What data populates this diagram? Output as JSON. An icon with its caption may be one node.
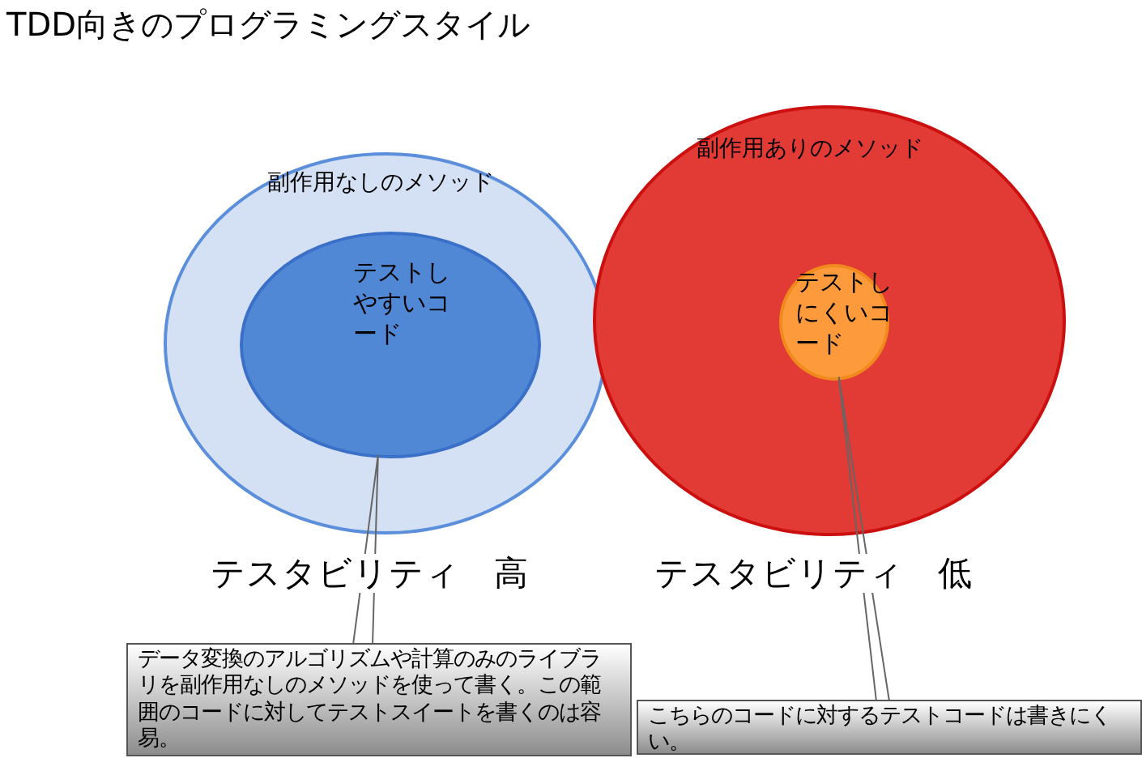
{
  "diagram": {
    "title": "TDD向きのプログラミングスタイル",
    "nodes": [
      {
        "text": [
          "副作用なしのメソッド"
        ]
      },
      {
        "text": [
          "テストしやすいコード"
        ],
        "in": 0
      },
      {
        "text": [
          "副作用ありのメソッド"
        ]
      },
      {
        "text": [
          "テストしにくいコード"
        ],
        "in": 2
      },
      {
        "text": [
          "データ変換のアルゴリズムや計算のみのライブラリを副作用なしのメソッドを使って書く。この範囲のコードに対してテストスイートを書くのは容易。"
        ]
      },
      {
        "text": [
          "こちらのコードに対するテストコードは書きにくい。"
        ]
      }
    ],
    "edges": [
      {
        "from": 4,
        "to": 1,
        "arrow": "none"
      },
      {
        "from": 5,
        "to": 3,
        "arrow": "none"
      }
    ],
    "labels": [
      "テスタビリティ　高",
      "テスタビリティ　低"
    ]
  }
}
